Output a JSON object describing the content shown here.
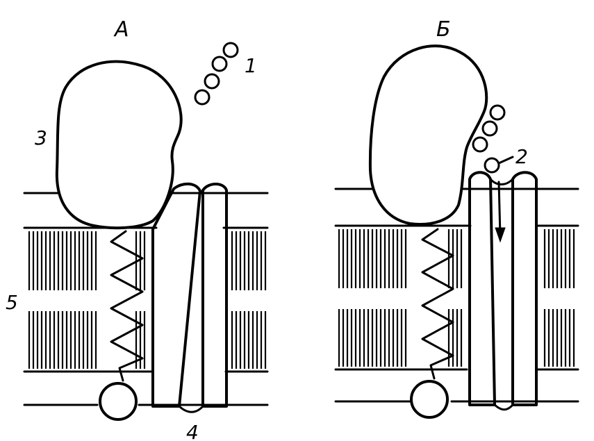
{
  "panels": [
    {
      "id": "A",
      "title": "А"
    },
    {
      "id": "B",
      "title": "Б"
    }
  ],
  "labels": {
    "molecules": "1",
    "bound_molecule": "2",
    "receptor": "3",
    "channel": "4",
    "membrane": "5"
  }
}
